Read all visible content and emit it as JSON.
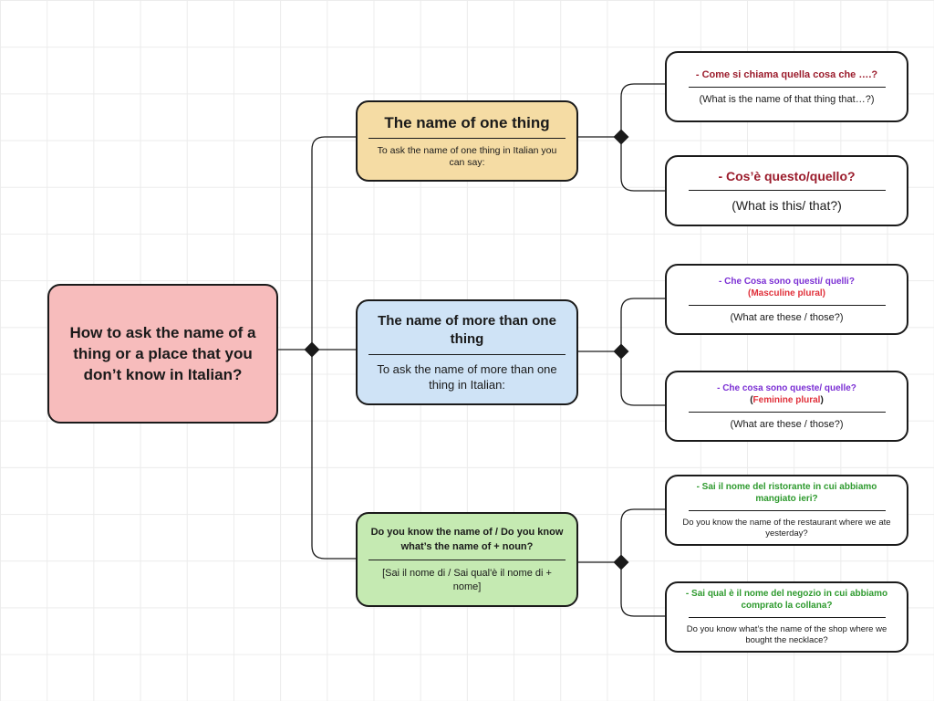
{
  "root": {
    "text": "How to ask the name of a thing or a place that you don’t know in Italian?",
    "fill": "#f7bcbc"
  },
  "branches": [
    {
      "title": "The name of one thing",
      "desc": "To ask the name of one thing in Italian you can say:",
      "fill": "#f5dca4",
      "leaves": [
        {
          "question": "- Come si chiama quella cosa che ….?",
          "answer": "(What is the name of that thing that…?)"
        },
        {
          "question": "- Cos’è questo/quello?",
          "answer": "(What is this/ that?)"
        }
      ]
    },
    {
      "title": "The name of more than one thing",
      "desc": "To ask the name of more than one thing in Italian:",
      "fill": "#cfe3f6",
      "leaves": [
        {
          "question": "- Che Cosa sono questi/ quelli?",
          "note": "(Masculine plural)",
          "answer": "(What are these / those?)"
        },
        {
          "question": "- Che cosa sono queste/ quelle?",
          "note_open": "(",
          "note": "Feminine plural",
          "note_close": ")",
          "answer": "(What are these / those?)"
        }
      ]
    },
    {
      "title": "Do you know the name of / Do you know what’s the name of + noun?",
      "desc": "[Sai il nome di / Sai qual'è il nome di + nome]",
      "fill": "#c5eab2",
      "leaves": [
        {
          "question": "- Sai il nome del ristorante in cui abbiamo mangiato ieri?",
          "answer": "Do you know the name of the restaurant where we ate yesterday?"
        },
        {
          "question": "- Sai qual è il nome del negozio in cui abbiamo comprato la collana?",
          "answer": "Do you know what’s the name of the shop where we bought the necklace?"
        }
      ]
    }
  ],
  "colors": {
    "line": "#1a1a1a",
    "question_red": "#9b1c2c",
    "question_purple": "#7b2fd4",
    "note_red": "#e0313b",
    "question_green": "#2e9a2e"
  }
}
